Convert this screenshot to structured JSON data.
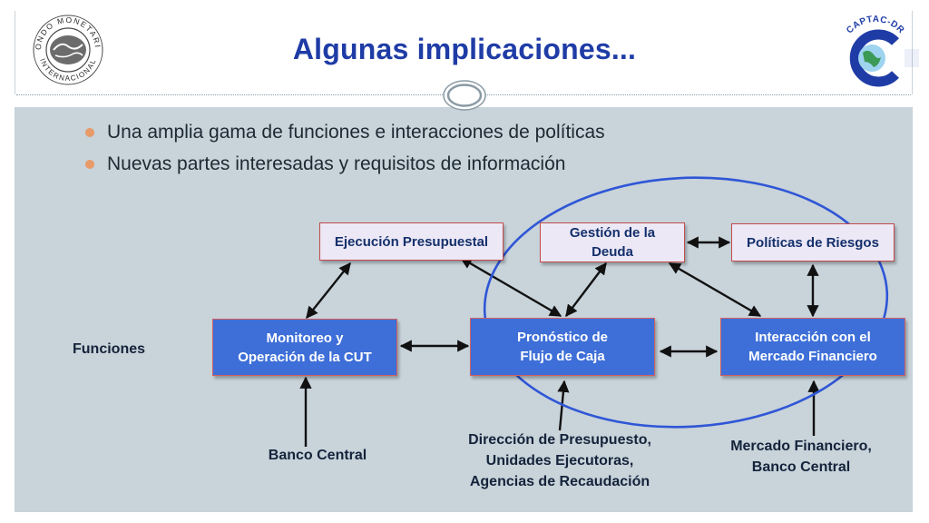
{
  "slide": {
    "title": "Algunas implicaciones...",
    "bullets": [
      "Una amplia gama de funciones e interacciones de políticas",
      "Nuevas partes interesadas y requisitos de información"
    ],
    "logos": {
      "imf": {
        "ring_top": "FONDO MONETARIO",
        "ring_bottom": "INTERNACIONAL"
      },
      "captac": {
        "name": "CAPTAC-DR"
      }
    }
  },
  "diagram": {
    "boxes": {
      "ejecucion": "Ejecución Presupuestal",
      "gestion_1": "Gestión de la",
      "gestion_2": "Deuda",
      "politicas": "Políticas de Riesgos",
      "monitoreo_1": "Monitoreo y",
      "monitoreo_2": "Operación de la CUT",
      "pronostico_1": "Pronóstico de",
      "pronostico_2": "Flujo de Caja",
      "interaccion_1": "Interacción con el",
      "interaccion_2": "Mercado Financiero"
    },
    "labels": {
      "funciones": "Funciones",
      "banco": "Banco Central",
      "direccion_1": "Dirección de Presupuesto,",
      "direccion_2": "Unidades Ejecutoras,",
      "direccion_3": "Agencias de Recaudación",
      "mercado_1": "Mercado Financiero,",
      "mercado_2": "Banco Central"
    },
    "colors": {
      "title": "#1f3ca6",
      "function_box_fill": "#3e6fd8",
      "policy_box_fill": "#ece8f6",
      "box_border": "#c24b4b",
      "highlight_ellipse": "#2f56d6",
      "background": "#c8d3da",
      "bullet": "#e89a68"
    },
    "icons": [
      "imf-logo-icon",
      "captac-logo-icon",
      "medallion-icon"
    ]
  }
}
